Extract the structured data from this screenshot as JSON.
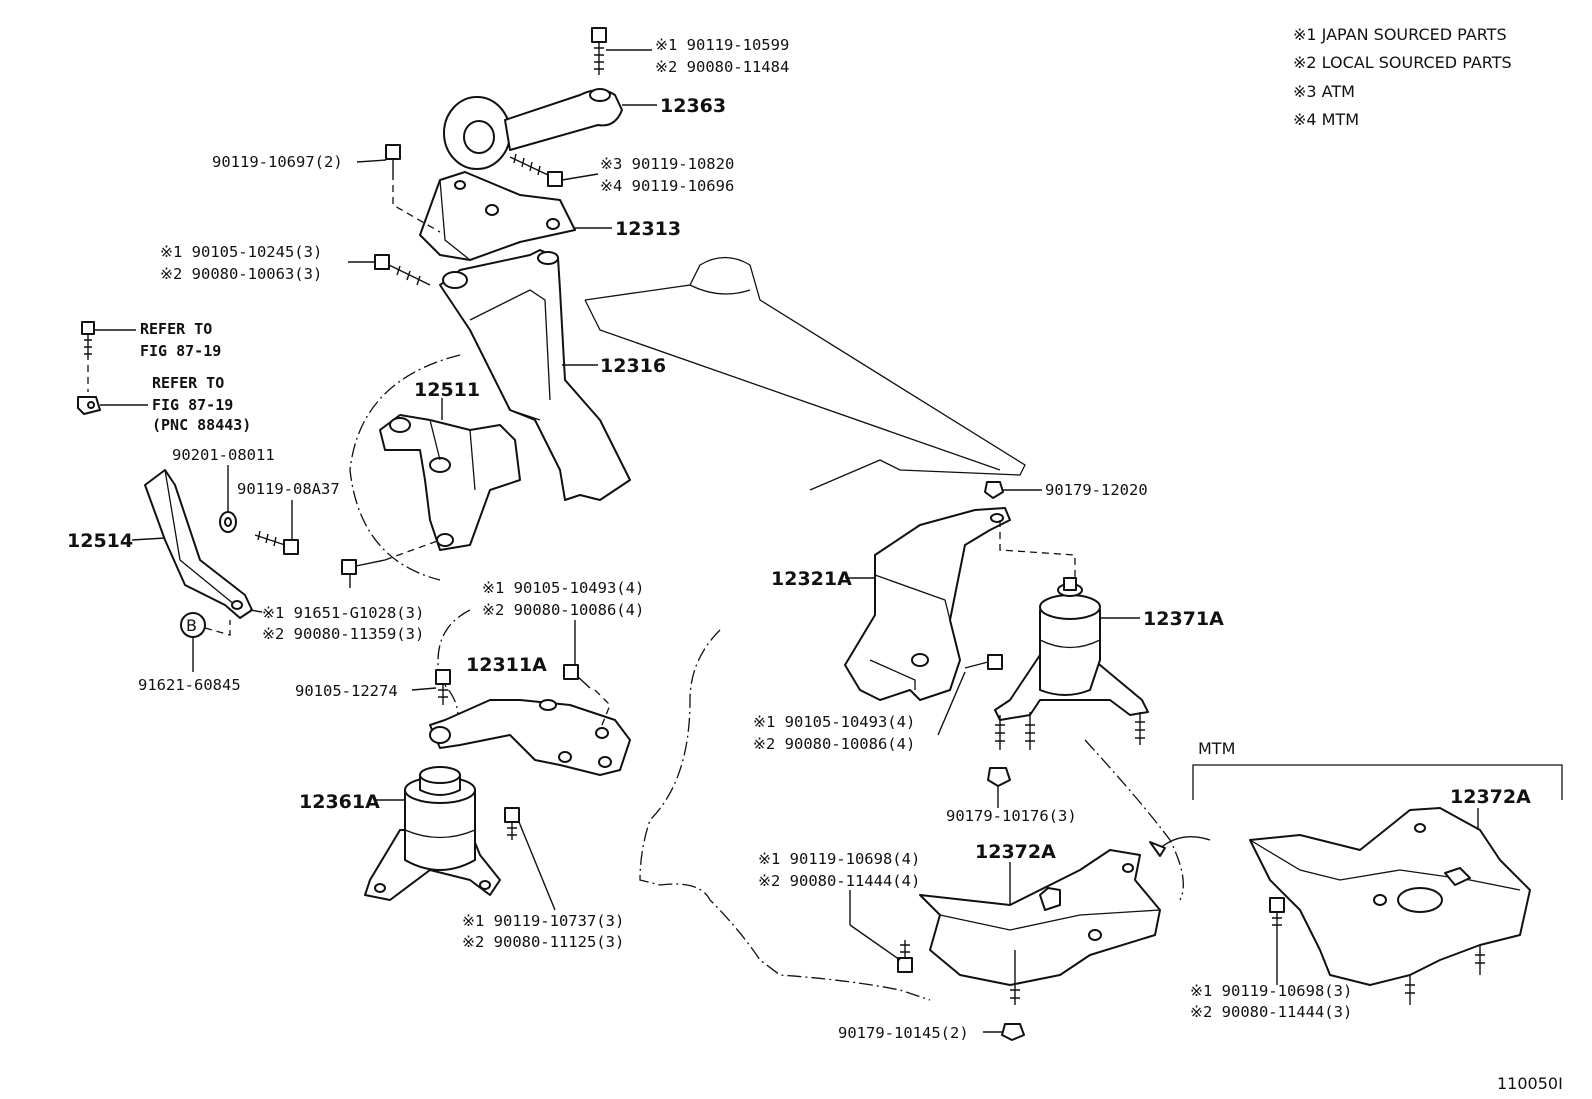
{
  "legend": [
    "※1 JAPAN SOURCED PARTS",
    "※2 LOCAL SOURCED PARTS",
    "※3 ATM",
    "※4 MTM"
  ],
  "labels": {
    "l_10599": "※1 90119-10599",
    "l_11484": "※2 90080-11484",
    "p_12363": "12363",
    "l_10697": "90119-10697(2)",
    "l_10820": "※3 90119-10820",
    "l_10696": "※4 90119-10696",
    "p_12313": "12313",
    "l_10245": "※1 90105-10245(3)",
    "l_10063": "※2 90080-10063(3)",
    "ref1_a": "REFER TO",
    "ref1_b": "FIG 87-19",
    "ref2_a": "REFER TO",
    "ref2_b": "FIG 87-19",
    "ref2_c": "(PNC 88443)",
    "p_12316": "12316",
    "p_12511": "12511",
    "l_08011": "90201-08011",
    "l_08A37": "90119-08A37",
    "p_12514": "12514",
    "l_g1028": "※1 91651-G1028(3)",
    "l_11359": "※2 90080-11359(3)",
    "l_60845": "91621-60845",
    "circle_b": "B",
    "l_10493a": "※1 90105-10493(4)",
    "l_10086a": "※2 90080-10086(4)",
    "p_12311A": "12311A",
    "l_12274": "90105-12274",
    "p_12361A": "12361A",
    "l_10737": "※1 90119-10737(3)",
    "l_11125": "※2 90080-11125(3)",
    "l_12020": "90179-12020",
    "p_12321A": "12321A",
    "p_12371A": "12371A",
    "l_10493b": "※1 90105-10493(4)",
    "l_10086b": "※2 90080-10086(4)",
    "l_10176": "90179-10176(3)",
    "mtm": "MTM",
    "p_12372A_a": "12372A",
    "p_12372A_b": "12372A",
    "l_10698a": "※1 90119-10698(4)",
    "l_11444a": "※2 90080-11444(4)",
    "l_10698b": "※1 90119-10698(3)",
    "l_11444b": "※2 90080-11444(3)",
    "l_10145": "90179-10145(2)",
    "drawing_no": "110050I"
  }
}
